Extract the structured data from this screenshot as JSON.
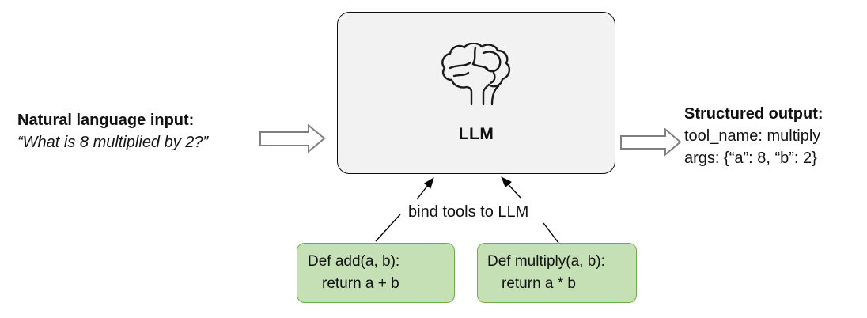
{
  "diagram": {
    "input": {
      "label": "Natural language input:",
      "quote": "“What is 8 multiplied by 2?”"
    },
    "llm": {
      "label": "LLM",
      "icon": "brain-icon"
    },
    "output": {
      "label": "Structured output:",
      "tool_name_line": "tool_name: multiply",
      "args_line": "args: {“a”: 8, “b”: 2}"
    },
    "bind_label": "bind tools to LLM",
    "tools": [
      {
        "line1": "Def add(a, b):",
        "line2": "return a + b"
      },
      {
        "line1": "Def multiply(a, b):",
        "line2": "return a * b"
      }
    ],
    "colors": {
      "llm_box_fill": "#f2f2f2",
      "llm_box_border": "#0d0d0d",
      "tool_box_fill": "#c5e0b4",
      "tool_box_border": "#70ad47",
      "block_arrow_fill": "#ffffff",
      "block_arrow_stroke": "#7f7f7f",
      "connector_stroke": "#000000",
      "background": "#ffffff"
    }
  }
}
